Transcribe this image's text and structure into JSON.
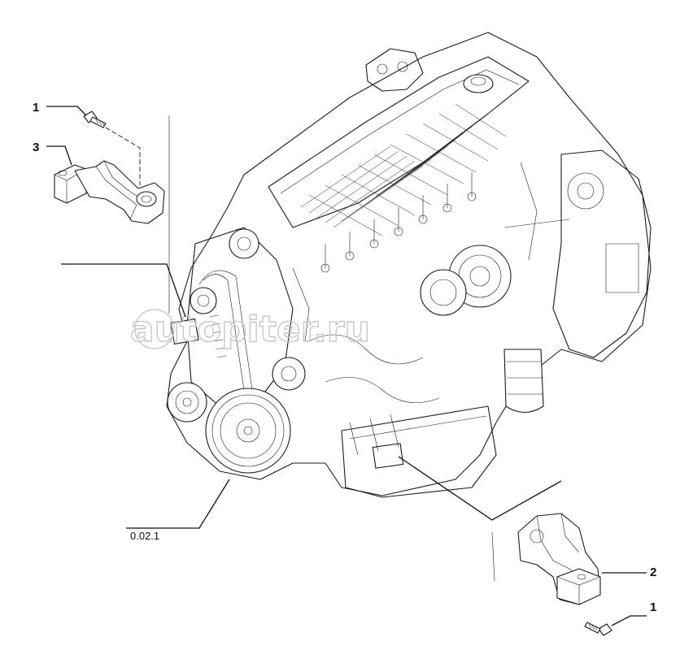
{
  "diagram": {
    "callouts": [
      {
        "id": "c1",
        "text": "1"
      },
      {
        "id": "c3",
        "text": "3"
      },
      {
        "id": "c2",
        "text": "2"
      },
      {
        "id": "c1b",
        "text": "1"
      }
    ],
    "reference": "0.02.1",
    "watermark": "autopiter.ru"
  }
}
